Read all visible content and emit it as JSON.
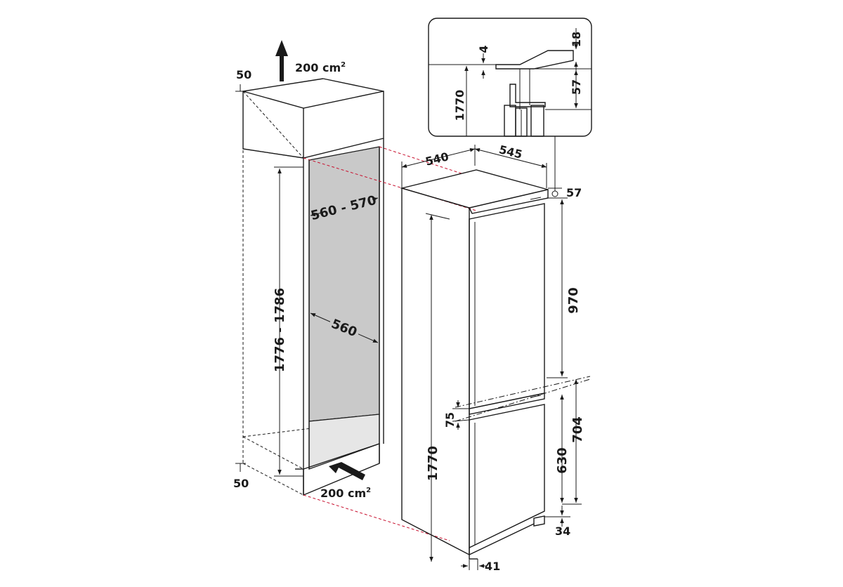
{
  "colors": {
    "line": "#1a1a1a",
    "accent_dash": "#c8102e",
    "niche_fill": "#c9c9c9",
    "niche_floor": "#e6e6e6"
  },
  "icons": [
    "arrow-up-icon",
    "arrow-right-icon"
  ],
  "dimensions": {
    "vent_top": "200 cm",
    "vent_bottom": "200 cm",
    "vent_exp": "2",
    "cab_top_gap": "50",
    "cab_bottom_gap": "50",
    "niche_height": "1776 - 1786",
    "niche_width": "560 - 570",
    "niche_depth": "560",
    "fridge_depth": "540",
    "fridge_depth_door": "545",
    "fridge_top": "57",
    "upper_door": "970",
    "door_gap": "75",
    "lower_door": "630",
    "lower_section": "704",
    "fridge_height": "1770",
    "bottom_gap": "34",
    "plinth": "41"
  },
  "detail": {
    "d4": "4",
    "d18": "18",
    "d57": "57",
    "d1770": "1770"
  }
}
